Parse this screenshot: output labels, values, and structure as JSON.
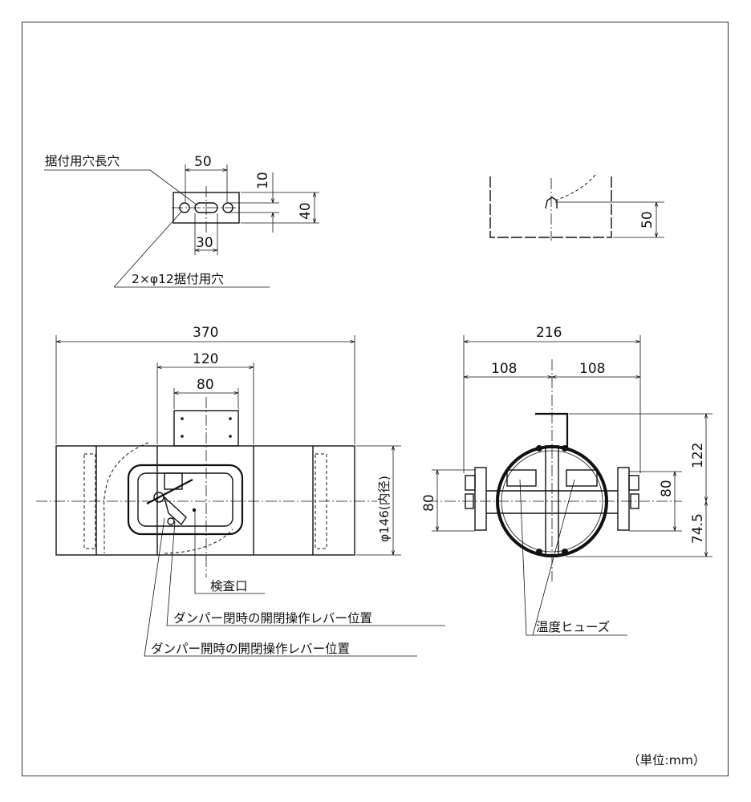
{
  "labels": {
    "mount_slot": "据付用穴長穴",
    "mount_holes": "2×φ12据付用穴",
    "inspection_port": "検査口",
    "lever_closed": "ダンパー閉時の開閉操作レバー位置",
    "lever_open": "ダンパー開時の開閉操作レバー位置",
    "temp_fuse": "温度ヒューズ",
    "unit": "（単位:mm）"
  },
  "dims": {
    "bracket_50": "50",
    "bracket_10": "10",
    "bracket_40": "40",
    "bracket_30": "30",
    "side_50": "50",
    "total_370": "370",
    "top_120": "120",
    "top_80": "80",
    "bore": "φ146(内径)",
    "width_216": "216",
    "half_108_left": "108",
    "half_108_right": "108",
    "height_122": "122",
    "height_80_right": "80",
    "height_74_5": "74.5",
    "height_80_left": "80"
  }
}
